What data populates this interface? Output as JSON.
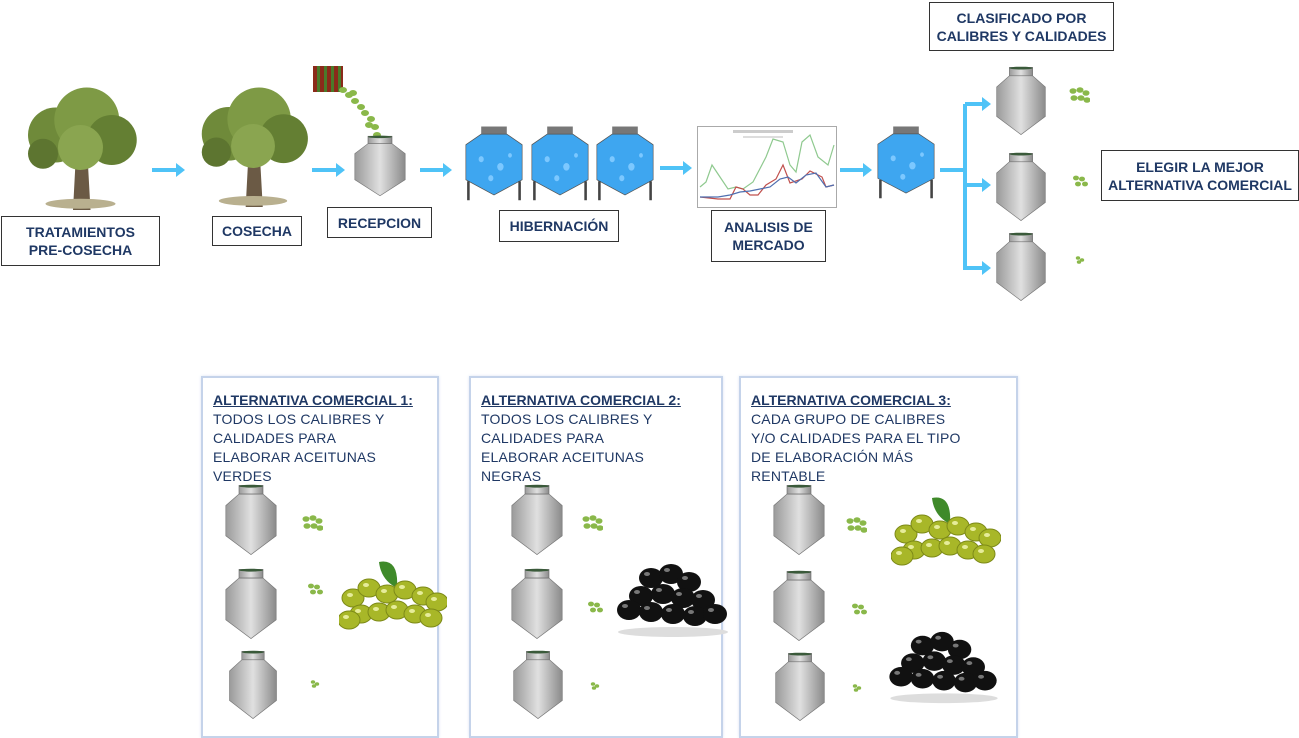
{
  "steps": {
    "pre_harvest": "TRATAMIENTOS PRE-COSECHA",
    "harvest": "COSECHA",
    "reception": "RECEPCION",
    "hibernation": "HIBERNACIÓN",
    "market": "ANALISIS DE MERCADO",
    "classified": "CLASIFICADO POR CALIBRES Y CALIDADES",
    "choose": "ELEGIR LA MEJOR ALTERNATIVA COMERCIAL"
  },
  "alternatives": [
    {
      "title": "ALTERNATIVA COMERCIAL 1:",
      "body": "TODOS LOS CALIBRES Y CALIDADES PARA ELABORAR ACEITUNAS VERDES"
    },
    {
      "title": "ALTERNATIVA COMERCIAL 2:",
      "body": "TODOS LOS CALIBRES Y CALIDADES PARA ELABORAR ACEITUNAS NEGRAS"
    },
    {
      "title": "ALTERNATIVA COMERCIAL 3:",
      "body": "CADA GRUPO DE CALIBRES Y/O CALIDADES PARA EL  TIPO DE ELABORACIÓN MÁS RENTABLE"
    }
  ],
  "colors": {
    "text": "#1f3864",
    "arrow": "#4fc3f7",
    "tank": "#c8c8c8",
    "water": "#3ea6f0",
    "olive_green": "#8ab84a"
  }
}
